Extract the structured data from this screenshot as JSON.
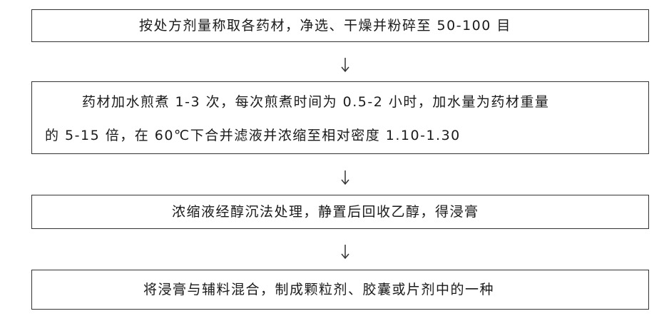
{
  "flowchart": {
    "steps": [
      {
        "lines": [
          "按处方剂量称取各药材，净选、干燥并粉碎至 50-100 目"
        ]
      },
      {
        "lines": [
          "药材加水煎煮 1-3 次，每次煎煮时间为 0.5-2 小时，加水量为药材重量",
          "的 5-15 倍，在 60℃下合并滤液并浓缩至相对密度 1.10-1.30"
        ]
      },
      {
        "lines": [
          "浓缩液经醇沉法处理，静置后回收乙醇，得浸膏"
        ]
      },
      {
        "lines": [
          "将浸膏与辅料混合，制成颗粒剂、胶囊或片剂中的一种"
        ]
      }
    ],
    "arrow_icon": "down-arrow-icon"
  }
}
